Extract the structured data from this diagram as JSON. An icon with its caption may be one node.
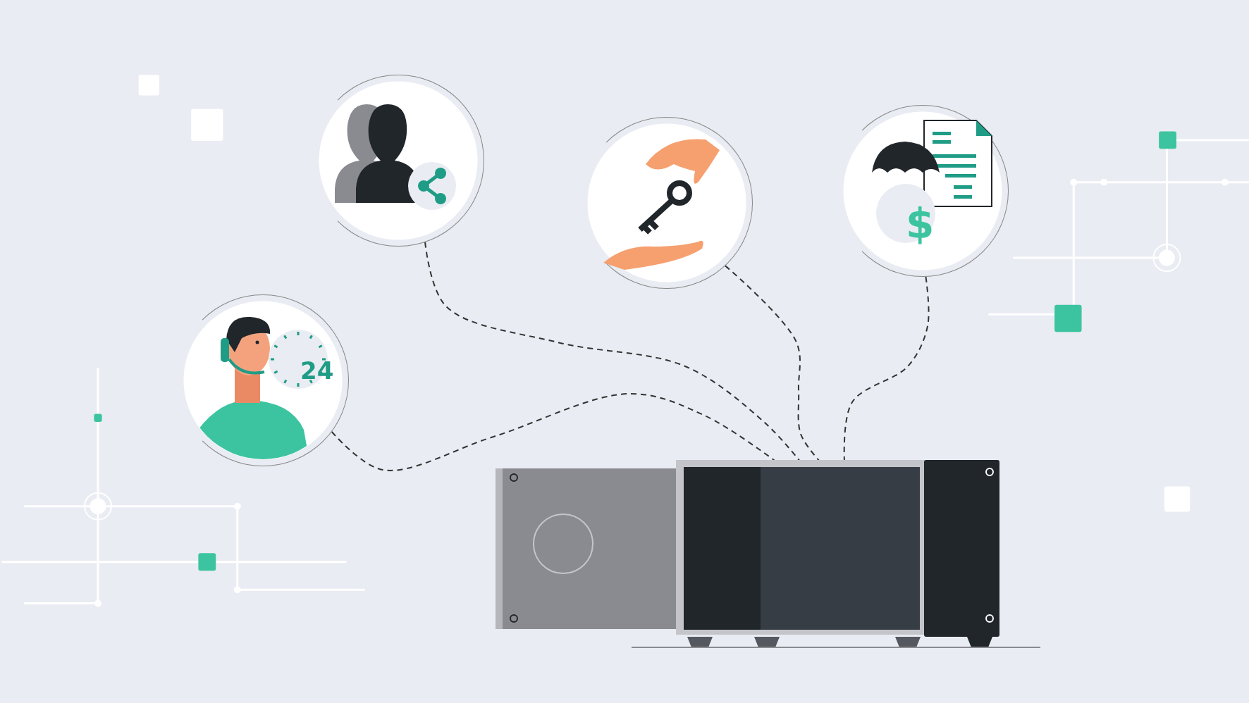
{
  "diagram": {
    "nodes": [
      {
        "text": [
          "24"
        ]
      },
      {
        "text": [],
        "shape": "circle"
      },
      {
        "text": [],
        "shape": "circle"
      },
      {
        "text": [
          "$"
        ]
      },
      {
        "text": [],
        "shape": "picture"
      }
    ],
    "edges": [
      {
        "from": 0,
        "to": 4,
        "arrow": "none",
        "style": "dashed"
      },
      {
        "from": 1,
        "to": 4,
        "arrow": "none",
        "style": "dashed"
      },
      {
        "from": 2,
        "to": 4,
        "arrow": "none",
        "style": "dashed"
      },
      {
        "from": 3,
        "to": 4,
        "arrow": "none",
        "style": "dashed"
      }
    ]
  }
}
